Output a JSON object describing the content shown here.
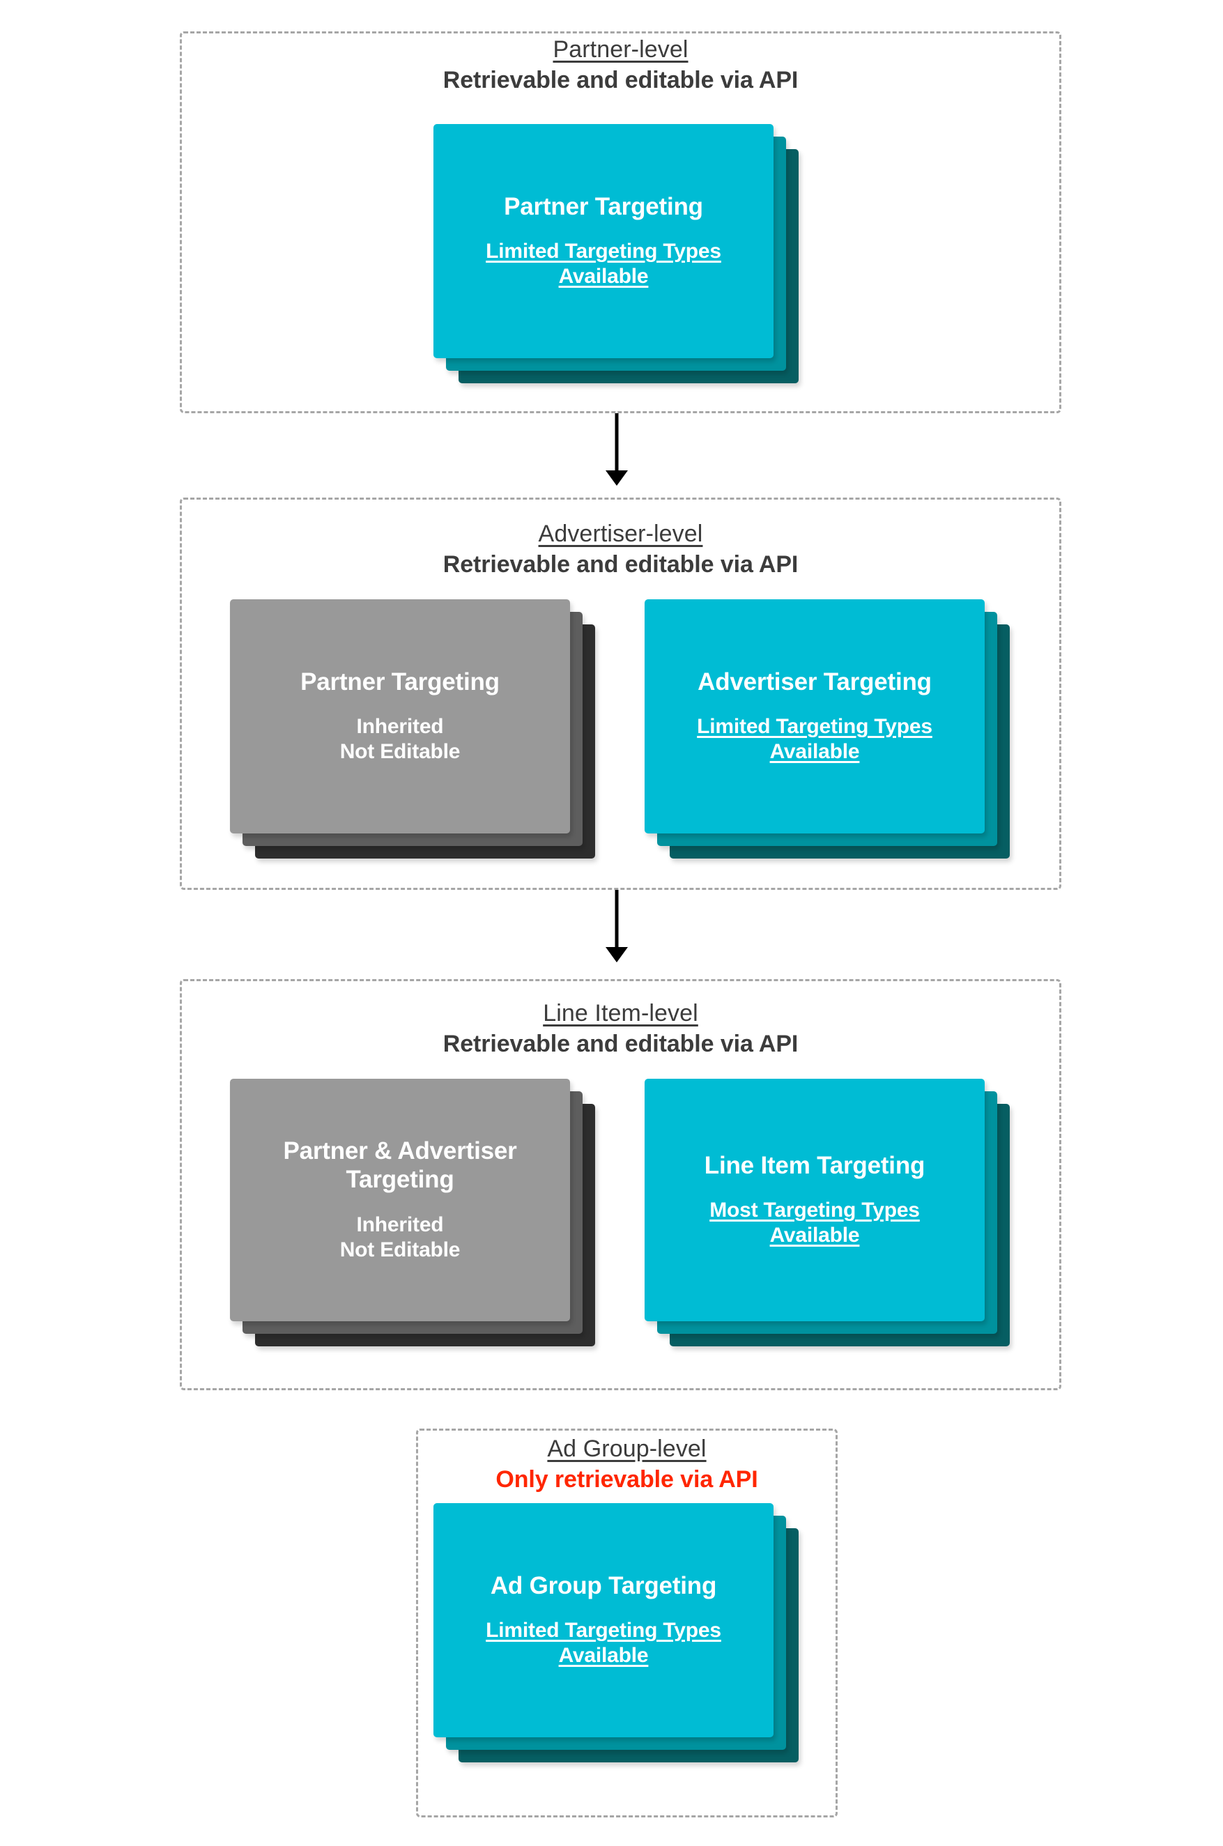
{
  "diagram": {
    "title": "Targeting inheritance across partner, advertiser, line item and ad group levels",
    "colors": {
      "card_front_cyan": "#00bcd4",
      "card_mid_cyan": "#00929e",
      "card_back_cyan": "#065e62",
      "card_front_gray": "#999999",
      "card_mid_gray": "#5e5e5e",
      "card_back_gray": "#2d2d2d",
      "heading_text": "#3c3c3c",
      "alert_text": "#ff2600",
      "dashed_border": "#a6a6a6",
      "arrow": "#000000"
    },
    "levels": [
      {
        "id": "partner-level",
        "title": "Partner-level",
        "subtitle": "Retrievable and editable via API",
        "subtitle_alert": false,
        "cards": [
          {
            "id": "partner-targeting",
            "variant": "cyan",
            "title": "Partner Targeting",
            "note": "Limited Targeting Types Available",
            "note_underlined": true
          }
        ]
      },
      {
        "id": "advertiser-level",
        "title": "Advertiser-level",
        "subtitle": "Retrievable and editable via API",
        "subtitle_alert": false,
        "cards": [
          {
            "id": "partner-targeting-inherited",
            "variant": "gray",
            "title": "Partner Targeting",
            "note": "Inherited\nNot Editable",
            "note_underlined": false
          },
          {
            "id": "advertiser-targeting",
            "variant": "cyan",
            "title": "Advertiser Targeting",
            "note": "Limited Targeting Types Available",
            "note_underlined": true
          }
        ]
      },
      {
        "id": "line-item-level",
        "title": "Line Item-level",
        "subtitle": "Retrievable and editable via API",
        "subtitle_alert": false,
        "cards": [
          {
            "id": "partner-advertiser-targeting-inherited",
            "variant": "gray",
            "title": "Partner & Advertiser Targeting",
            "note": "Inherited\nNot Editable",
            "note_underlined": false
          },
          {
            "id": "line-item-targeting",
            "variant": "cyan",
            "title": "Line Item Targeting",
            "note": "Most Targeting Types Available",
            "note_underlined": true
          }
        ]
      },
      {
        "id": "ad-group-level",
        "title": "Ad Group-level",
        "subtitle": "Only retrievable via API",
        "subtitle_alert": true,
        "cards": [
          {
            "id": "ad-group-targeting",
            "variant": "cyan",
            "title": "Ad Group Targeting",
            "note": "Limited Targeting Types Available",
            "note_underlined": true
          }
        ]
      }
    ],
    "connectors": [
      {
        "id": "partner-to-advertiser",
        "from": "partner-level",
        "to": "advertiser-level"
      },
      {
        "id": "advertiser-to-line-item",
        "from": "advertiser-level",
        "to": "line-item-level"
      }
    ]
  }
}
